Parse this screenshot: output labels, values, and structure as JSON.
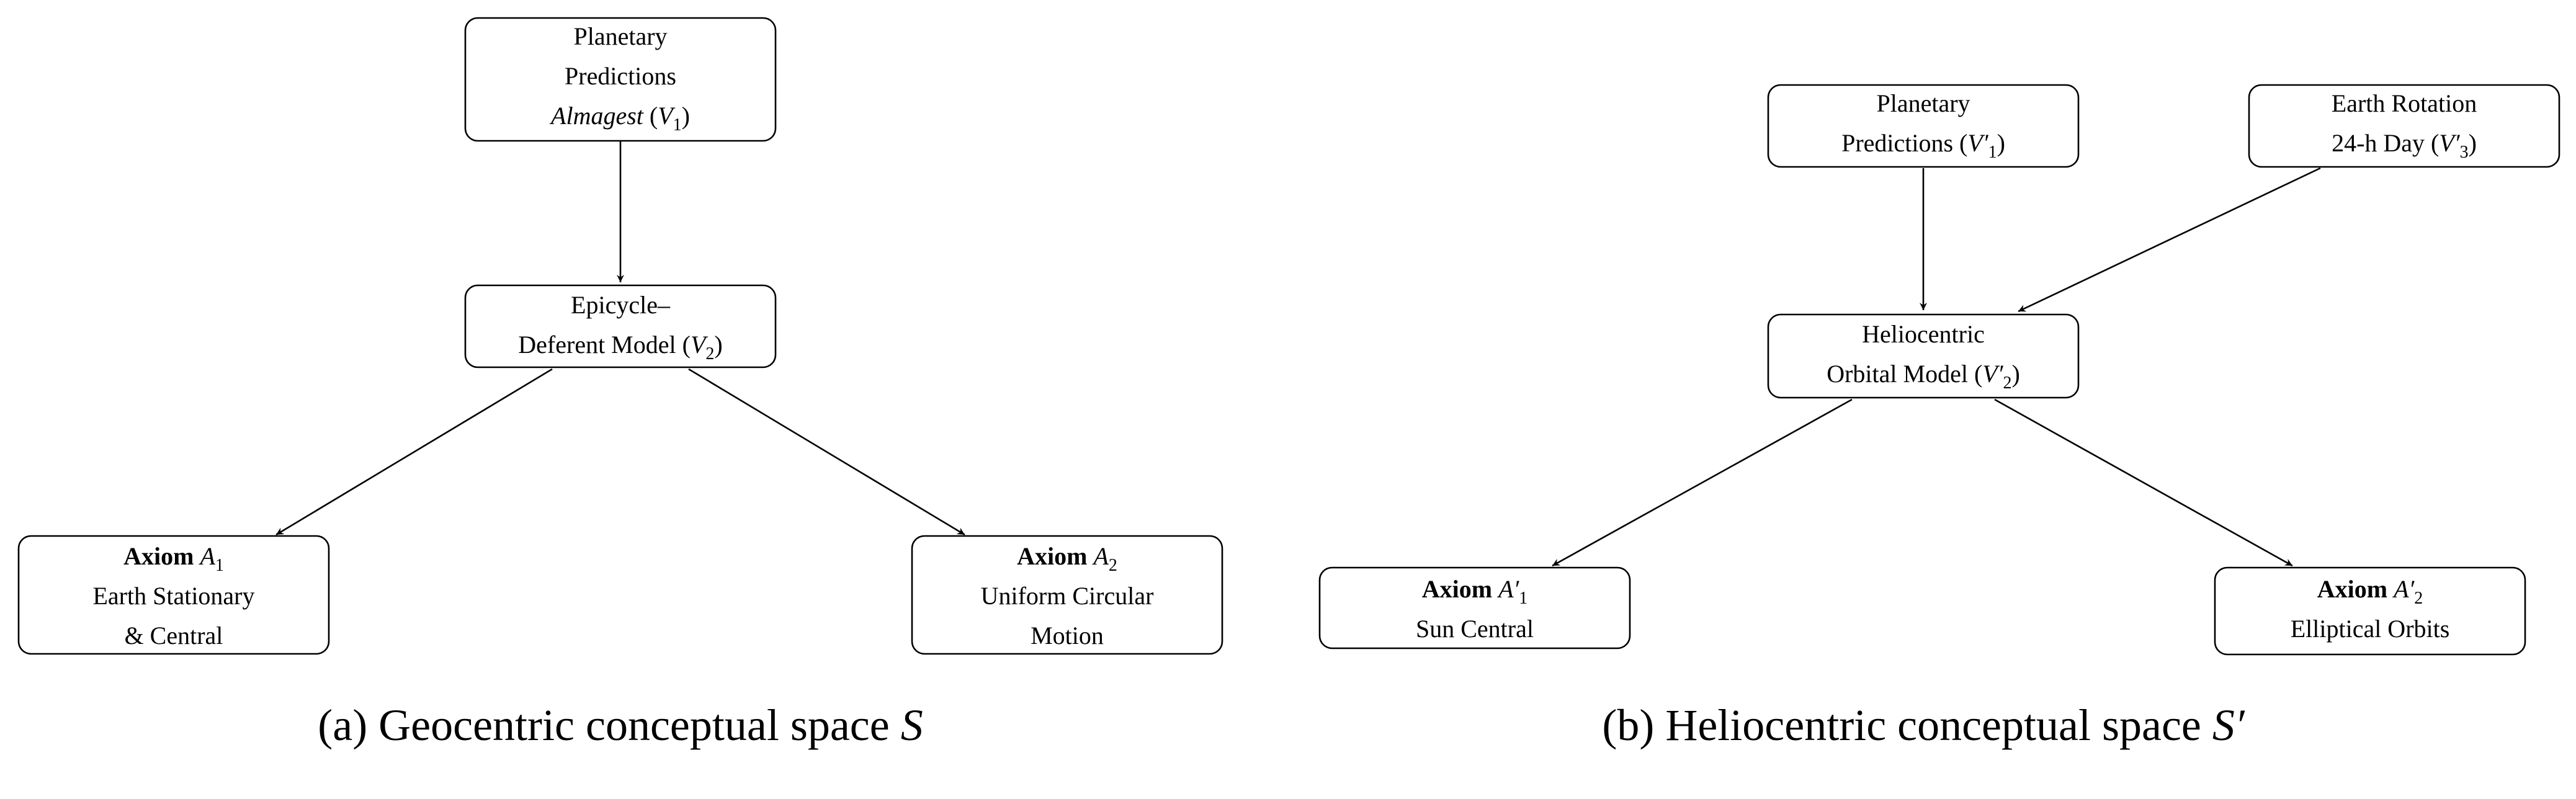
{
  "panel_a": {
    "caption_label": "(a) Geocentric conceptual space ",
    "caption_symbol": "S",
    "nodes": {
      "v1": {
        "line1": "Planetary",
        "line2": "Predictions",
        "line3_italic": "Almagest",
        "line3_rest": " (",
        "var": "V",
        "sub": "1",
        "close": ")"
      },
      "v2": {
        "line1": "Epicycle–",
        "line2": "Deferent Model (",
        "var": "V",
        "sub": "2",
        "close": ")"
      },
      "a1": {
        "axiom": "Axiom",
        "var": "A",
        "sub": "1",
        "line2": "Earth Stationary",
        "line3": "& Central"
      },
      "a2": {
        "axiom": "Axiom",
        "var": "A",
        "sub": "2",
        "line2": "Uniform Circular",
        "line3": "Motion"
      }
    }
  },
  "panel_b": {
    "caption_label": "(b) Heliocentric conceptual space ",
    "caption_symbol": "S′",
    "nodes": {
      "v1p": {
        "line1": "Planetary",
        "line2": "Predictions (",
        "var": "V′",
        "sub": "1",
        "close": ")"
      },
      "v3p": {
        "line1": "Earth Rotation",
        "line2": "24-h Day (",
        "var": "V′",
        "sub": "3",
        "close": ")"
      },
      "v2p": {
        "line1": "Heliocentric",
        "line2": "Orbital Model (",
        "var": "V′",
        "sub": "2",
        "close": ")"
      },
      "a1p": {
        "axiom": "Axiom",
        "var": "A′",
        "sub": "1",
        "line2": "Sun Central"
      },
      "a2p": {
        "axiom": "Axiom",
        "var": "A′",
        "sub": "2",
        "line2": "Elliptical Orbits"
      }
    }
  }
}
